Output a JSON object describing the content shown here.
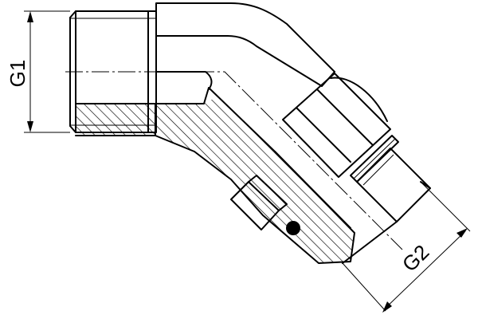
{
  "drawing": {
    "dimensions": [
      {
        "id": "g1",
        "label": "G1"
      },
      {
        "id": "g2",
        "label": "G2"
      }
    ],
    "colors": {
      "line": "#000000",
      "background": "#ffffff",
      "seal": "#000000"
    }
  }
}
